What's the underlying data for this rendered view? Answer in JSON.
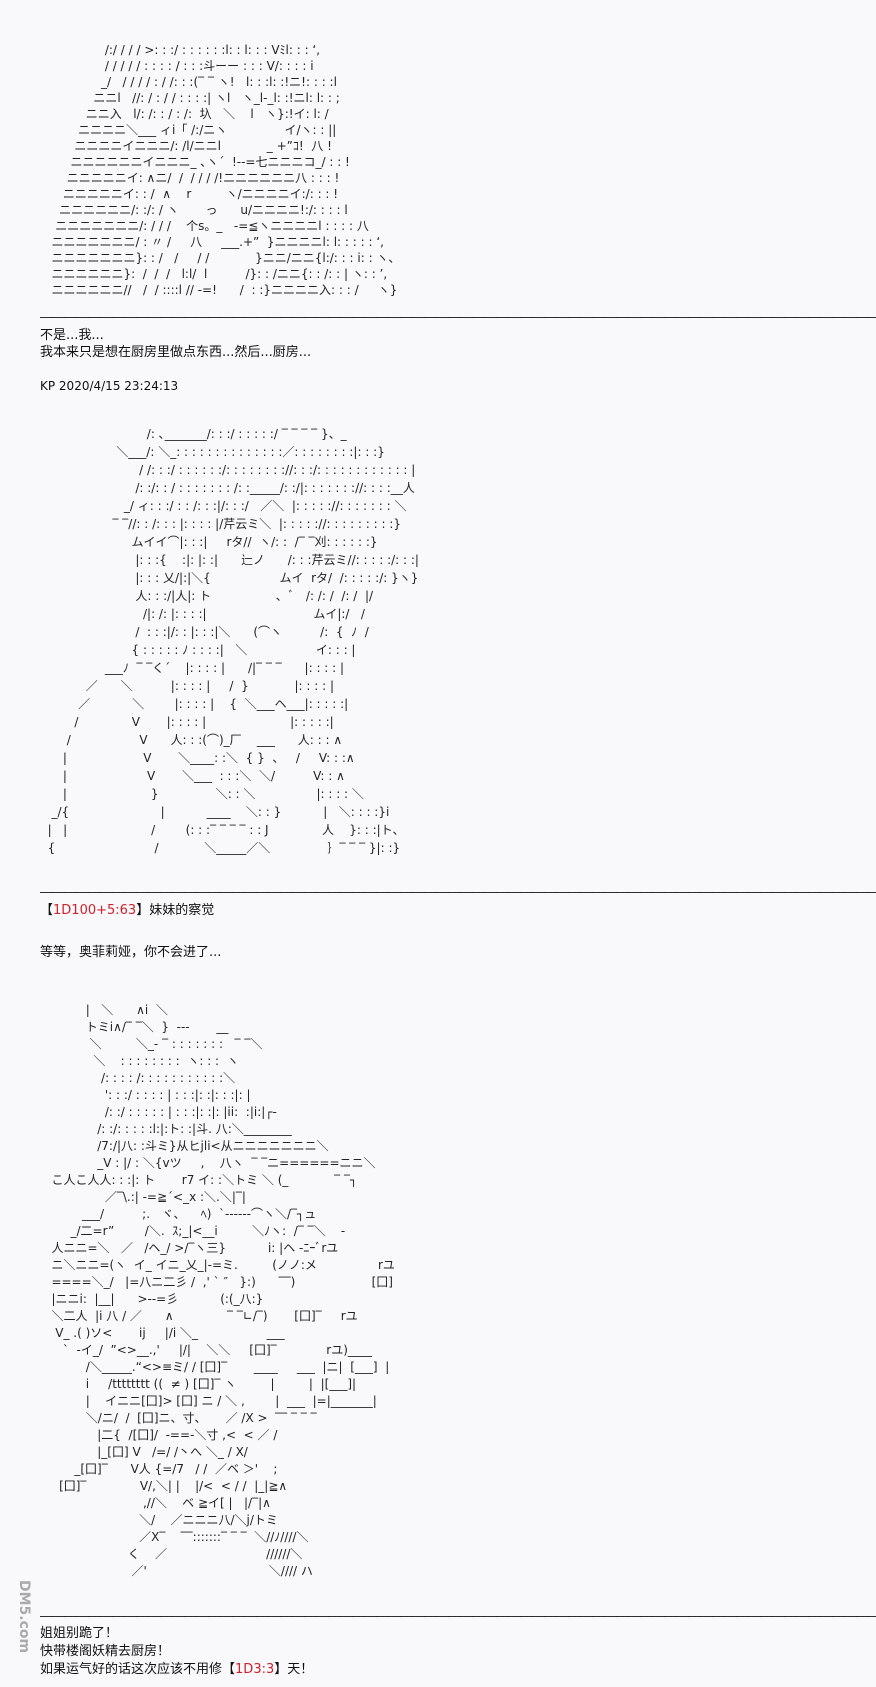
{
  "art1": [
    "                 /:/ / / / >: : :/ : : : : : :l: : l: : : Vﾐl: : : ‘,",
    "                 / / / / / : : : : / : : :斗ーー : : : V/: : : : i",
    "                _/   / / / / : / /: : :(‾ ‾ ヽ!   l: : :l: :!ニ!: : : :l",
    "              ニニl   //: / : / / : : : :| ヽl   ヽ_l-_l: :!ニl: l: : ;",
    "            ニニ入   l/: /: : / : /:  圦   ＼    l   ヽ}:!イ: l: /",
    "          ニニニニ＼___ ィi「 /:/ニヽ               イ/ヽ: : ||",
    "         ニニニニイニニニ/: /l/ニニl            _ +”ｺ!  八 !",
    "        ニニニニニニイニニニ_ ､ヽ´  !--=七ニニニコ_/ : : !",
    "       ニニニニニイ: ∧ニ/  /  / / / /!ニニニニニニ八 : : : !",
    "      ニニニニニイ: : /  ∧    r         ヽ/ニニニニイ:/: : : !",
    "     ニニニニニニ/: :/: / ヽ       っ      u/ニニニニ!:/: : : : l",
    "    ニニニニニニニ/: / / /    个s。_   -=≦ヽニニニニl : : : : 八",
    "   ニニニニニニニ/ : 〃 /     八     ___.+”  }ニニニニl: l: : : : : ‘,",
    "   ニニニニニニニ}: : /   /     / /            }ニニ/ニニ{l:/: : : i: : ヽ、",
    "   ニニニニニニ}:  /  /  /   l:l/  l          /}: : /ニニ{: : /: : | ヽ: : ’,",
    "   ニニニニニニ//   /  / ::::l // -=!      /  : :}ニニニニ入: : : /     ヽ}"
  ],
  "separator": "――――――――――――――――――――――――――――――――――――――――――――――――――――――――――――――――――――――――",
  "post1": [
    "不是...我...",
    "我本来只是想在厨房里做点东西...然后...厨房..."
  ],
  "timestamp": "KP 2020/4/15 23:24:13",
  "art2": [
    "                            /: ､_______/: : :/ : : : : :/ ‾ ‾ ‾ ‾ }、_",
    "                    ＼___/: ＼_: : : : : : : : : : : : : :／: : : : : : : :|: : :}",
    "                          / /: : :/ : : : : : :/: : : : : : : ://: : :/: : : : : : : : : : : : |",
    "                         /: :/: : / : : : : : : : /: :_____/: :/|: : : : : : ://: : : :__人",
    "                      _/ ィ: : :/ : : /: : :|/: : :/   ／＼  |: : : : ://: : : : : : : ＼",
    "                   ‾ ‾//: : /: : : |: : : : |/芹云ミ＼  |: : : : ://: : : : : : : : :}",
    "                        ムイイ⌒|: : :|     rタ//  ヽ/: :  /‾ ‾刈: : : : : :}",
    "                         |: : :{    :|: |: :|      辷ノ      /: : :芹云ミ//: : : : :/: : :|",
    "                         |: : : 乂/|:|＼{                  ムイ  rタ/  /: : : : :/: }ヽ}",
    "                         人: : :/|人|: ト                 ､  ﾞ   /: /: /  /: /  |/",
    "                           /|: /: |: : : :|                            ムイ|:/   /",
    "                         /  : : :|/: : |: : :|＼      (⌒ヽ          /:  {  ﾉ  /",
    "                        { : : : : : ﾉ : : : :|   ＼                  イ: : : |",
    "                 ___ﾉ  ‾ ‾く´    |: : : : |      /|‾ ‾ ‾      |: : : : |",
    "            ／      ＼          |: : : : |     /  }            |: : : : |",
    "          ／           ＼        |: : : : |    {  ＼___ヘ___|: : : : :|",
    "         /              V       |: : : : |                      |: : : : :|",
    "       /                  V      人: : :(⌒)_厂    ___      人: : : ∧",
    "      |                    V       ＼____: :＼  { }  、   /     V: : :∧",
    "      |                     V       ＼___  : : :＼  ＼/          V: : ∧",
    "      |                      }               ＼: : ＼                |: : : : ＼",
    "   _/{                        |           ____    ＼: : }           |   ＼: : : :}i",
    "  |   |                      /        (: : :‾ ‾ ‾ ‾ : : J              人    }: : :|ト、",
    "  {                          /            ＼_____／＼               ｝‾ ‾ ‾ }|: :}"
  ],
  "dice1": {
    "open": "【",
    "roll": "1D100+5:63",
    "close": "】",
    "label": "妹妹的察觉"
  },
  "post2": "等等，奥菲莉娅，你不会进了...",
  "art3": [
    "            |   ＼      ∧i  ＼",
    "            トミi∧/‾ ‾＼  }  ---       __",
    "             ＼         ＼_- ‾ : : : : : : :   ‾ ‾＼",
    "              ＼    : : : : : : : :  ヽ: : :  ヽ",
    "                /: : : : /: : : : : : : : : : :＼",
    "                 ': : :/ : : : : | : : :|: :|: : :|: |",
    "                 /: :/ : : : : : | : : :|: :|: |ii:  :|i:|┌‐",
    "               /: :/: : : : :l:|:ト: :|斗. 八:＼________",
    "               /7:/|八: :斗ミ}从ヒjli<从ニニニニニニニ＼",
    "               _V : |/ : ＼{vツ     ,    八ヽ  ‾ ‾ニ======ニニ＼",
    "   こ人こ人人: : :|: ト       r7 イ: :＼トミ ＼ (_            ‾ ‾┐",
    "                 ／‾\\.:| -=≧´<_x :＼.＼|‾|",
    "           ___/          ;.   ヾ、    ﾍ)  `‐---‐‐⌒ヽ＼/‾┐ュ",
    "        _/二=r”        /＼.  ｽ;_|<__i         ＼ﾉヽ:  /‾ ‾＼    -",
    "   人ニニ=＼   ／   /ヘ_/ >/‾ヽ三}           i: |ヘ ‐ﾆｰﾞrユ",
    "   ニ＼ニニ=(ヽ  イ_ イニ_乂_|-=ミ.         (ノノ:メ                rユ",
    "   ====＼_/   |=八ニ二彡 /  ,' ` ″   }:)      ‾‾)                    [囗]",
    "   |ニニi:  |__|      >--=彡           (:(_八:}",
    "   ＼二人  |i 八 / ／      ∧              ‾ ‾∟/‾)       [囗]‾     rユ",
    "    V_ .( )ソ<       ij     |/i ＼_                  ___",
    "      `  -イ_/  ”<>__.,'     |/|    ＼＼     [囗]‾             rユ)____",
    "            /＼_____.“<>≡ミ/ / [囗]‾       ____     ___  |ニ|  [___]  |",
    "            i     /tttttttt ((  ≠ ) [囗]‾ ヽ         |         |  |[___]|",
    "            |    イニニ[囗]> [囗] ニ / ＼ ,        |  ___  |=|_______|",
    "            ＼/ニ/  /  [囗]ニ、寸、     ／ /X >  ‾‾ ‾ ‾ ‾",
    "               |二{  /[囗]/  -==-＼寸 ,<  < ／ /",
    "               |_[囗] V   /=/ /丶へ ＼_ / X/",
    "         _[囗]‾      V人 {=/7   / /  ／ベ ＞'    ;",
    "     [囗]‾              V/,＼| |    |/<  < / /  |_|≧∧",
    "                           ,//＼    ベ ≧イ[ |   |/‾|∧",
    "                          ＼/    ／ニニニ八/＼j/トミ",
    "                          ／X‾    ‾‾:::::::‾ ‾ ‾  ＼//ﾉ////＼",
    "                       く    ／                          //////＼",
    "                        ／'                                ＼//// ハ"
  ],
  "post3": {
    "line1": "姐姐别跪了！",
    "line2": "快带楼阁妖精去厨房！",
    "line3_before": "如果运气好的话这次应该不用修",
    "dice_open": "【",
    "dice_roll": "1D3:3",
    "dice_close": "】",
    "line3_after": "天！"
  },
  "watermark": "DM5.com",
  "colors": {
    "dice": "#d0202a",
    "background": "#f9f9fb"
  }
}
